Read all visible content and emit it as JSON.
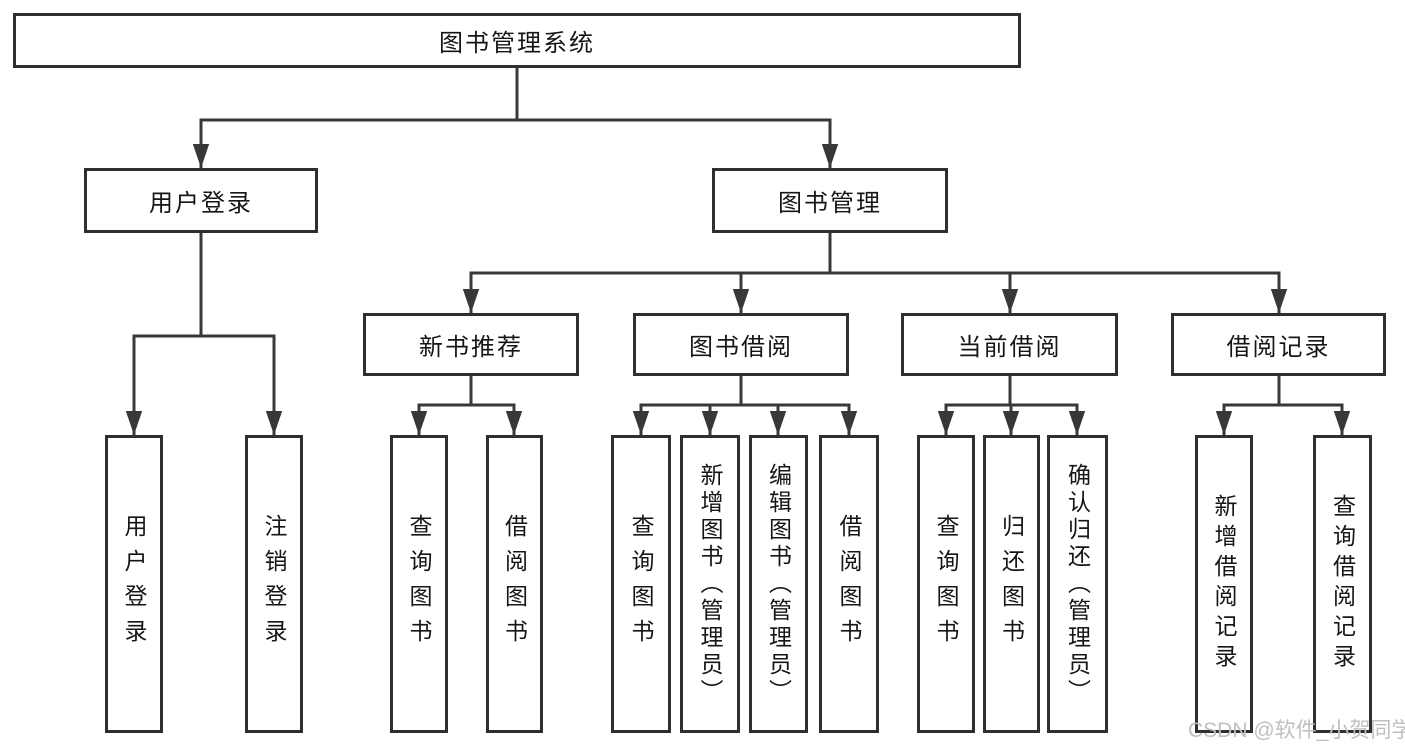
{
  "diagram": {
    "root": {
      "label": "图书管理系统"
    },
    "level2": [
      {
        "label": "用户登录"
      },
      {
        "label": "图书管理"
      }
    ],
    "level3": [
      {
        "label": "新书推荐"
      },
      {
        "label": "图书借阅"
      },
      {
        "label": "当前借阅"
      },
      {
        "label": "借阅记录"
      }
    ],
    "leaves": {
      "user_login": [
        {
          "label": "用户登录"
        },
        {
          "label": "注销登录"
        }
      ],
      "new_book": [
        {
          "label": "查询图书"
        },
        {
          "label": "借阅图书"
        }
      ],
      "book_borrow": [
        {
          "label": "查询图书"
        },
        {
          "label": "新增图书（管理员）"
        },
        {
          "label": "编辑图书（管理员）"
        },
        {
          "label": "借阅图书"
        }
      ],
      "current_borrow": [
        {
          "label": "查询图书"
        },
        {
          "label": "归还图书"
        },
        {
          "label": "确认归还（管理员）"
        }
      ],
      "borrow_record": [
        {
          "label": "新增借阅记录"
        },
        {
          "label": "查询借阅记录"
        }
      ]
    },
    "watermark": "CSDN @软件_小贺同学",
    "colors": {
      "line": "#383838",
      "border": "#2f2f2f",
      "text": "#161616",
      "watermark": "#c0c0c0",
      "background": "#ffffff"
    }
  }
}
